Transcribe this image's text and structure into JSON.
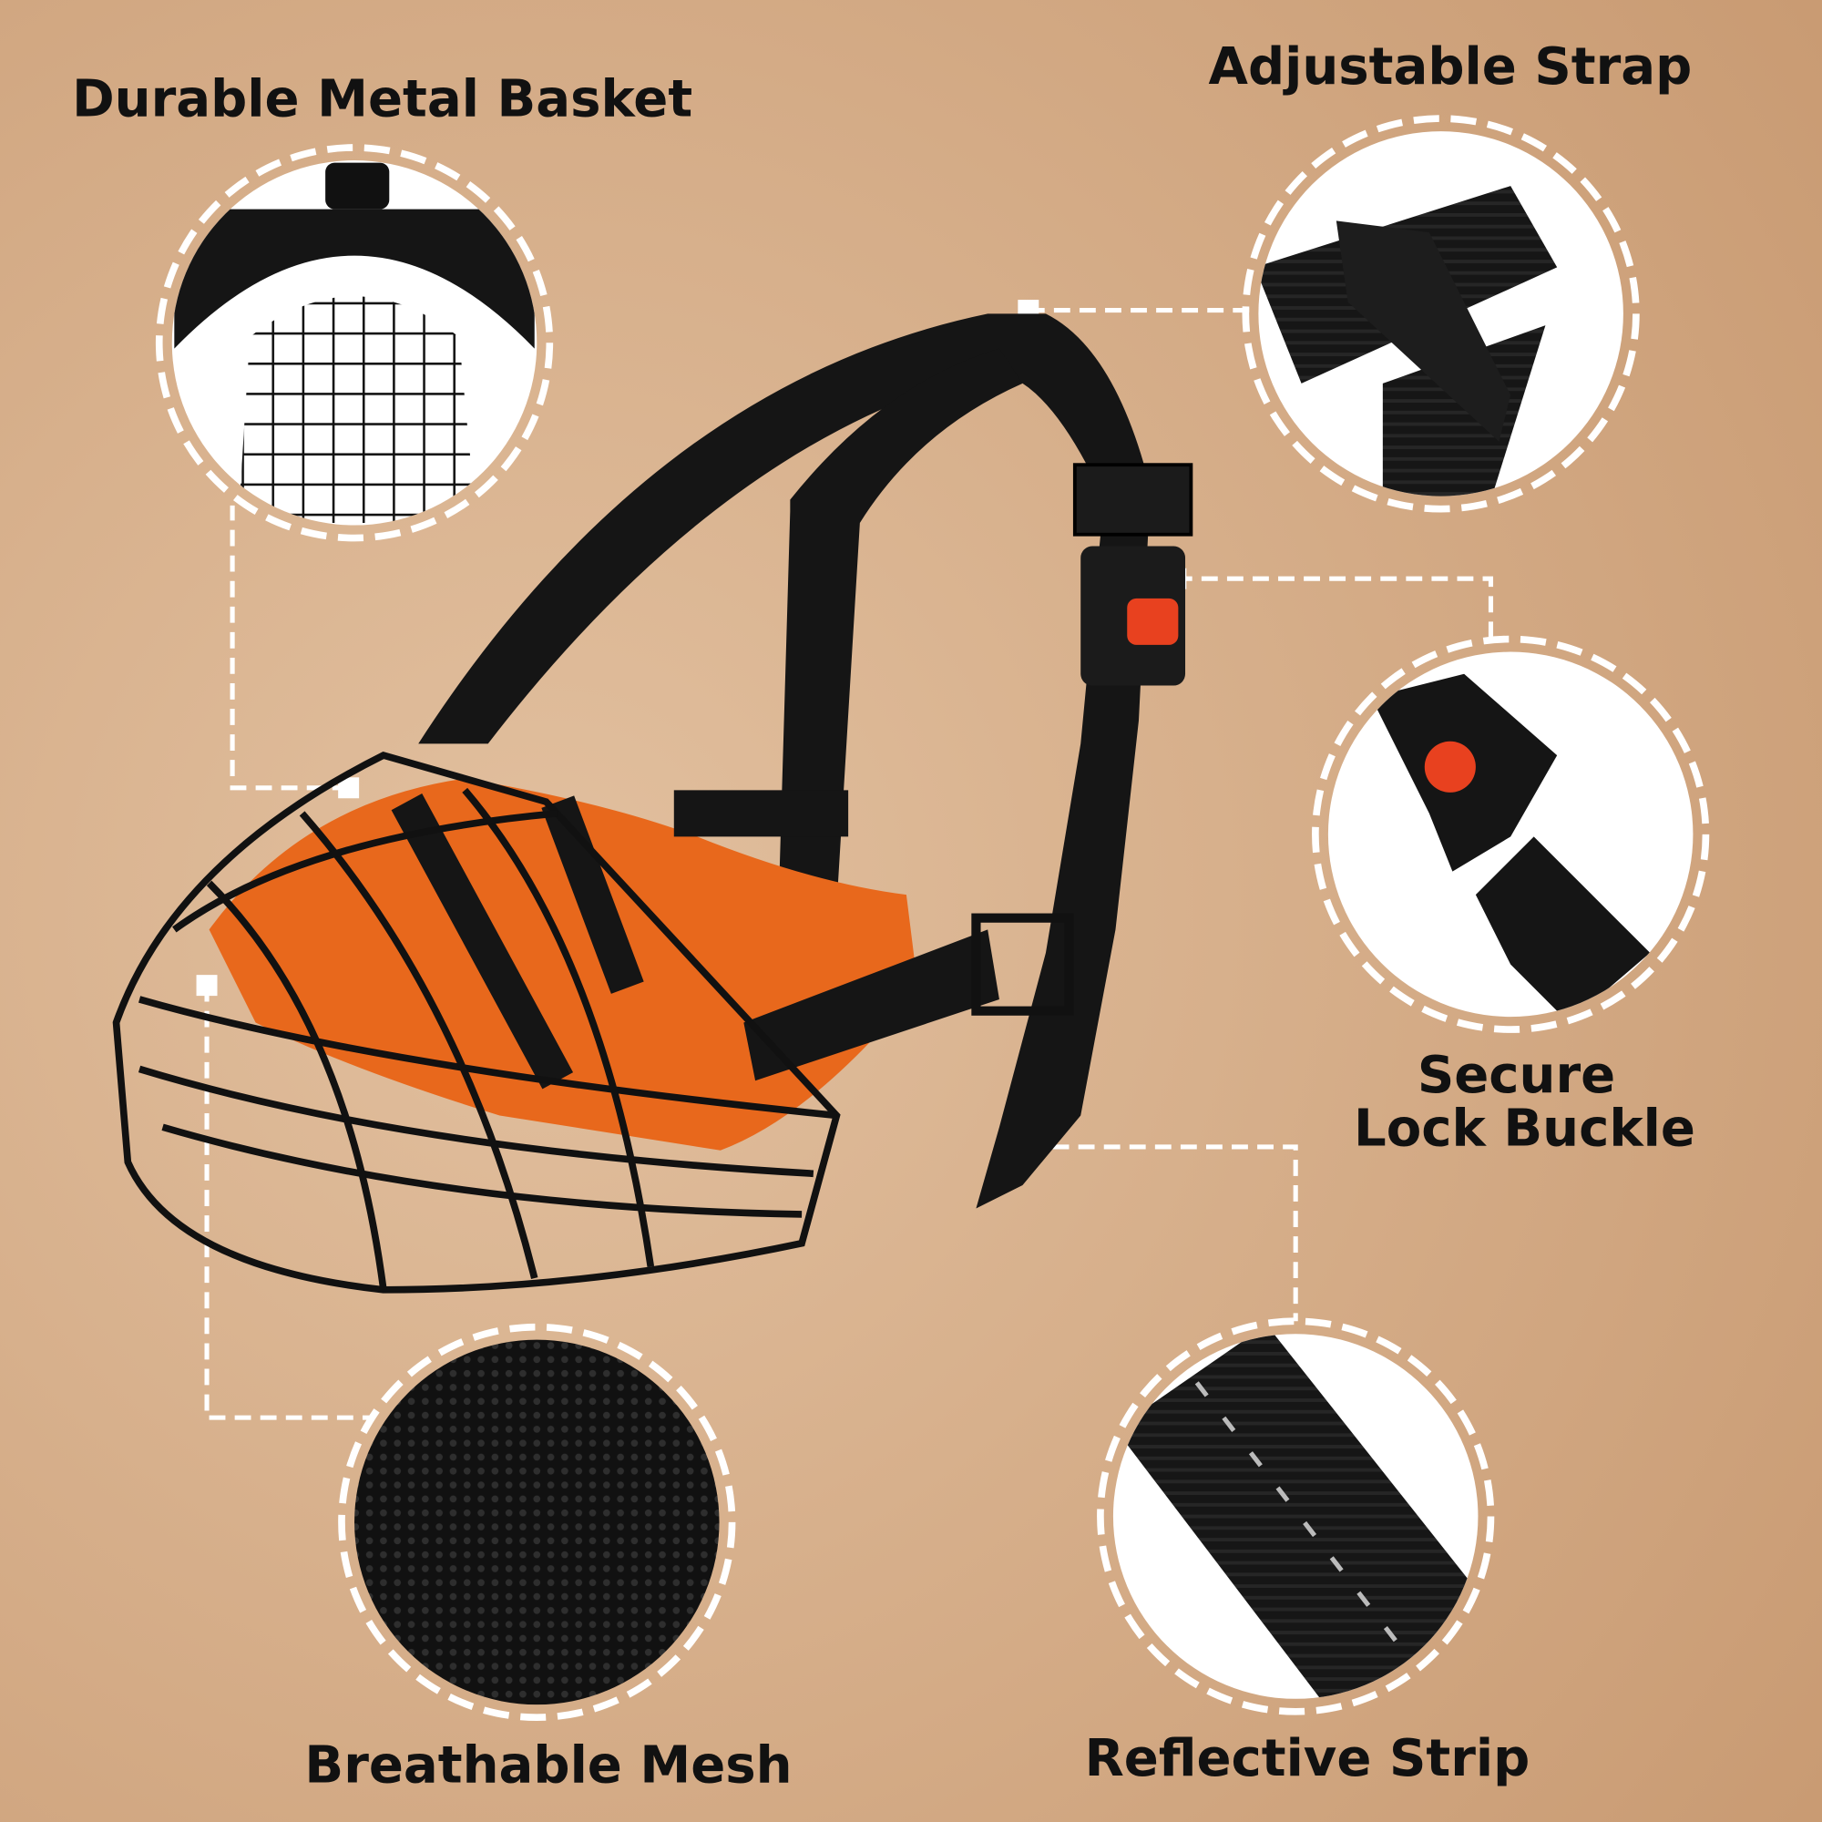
{
  "colors": {
    "background_edge": "#c99b73",
    "background_center": "#e2c09f",
    "callout_line": "#ffffff",
    "padding_orange": "#e8681c",
    "strap_black": "#141414",
    "buckle_release_red": "#e8411f"
  },
  "callouts": {
    "basket": {
      "label": "Durable Metal Basket"
    },
    "strap": {
      "label": "Adjustable Strap"
    },
    "buckle": {
      "label_line1": "Secure",
      "label_line2": "Lock Buckle"
    },
    "mesh": {
      "label": "Breathable Mesh"
    },
    "reflective": {
      "label": "Reflective Strip"
    }
  }
}
